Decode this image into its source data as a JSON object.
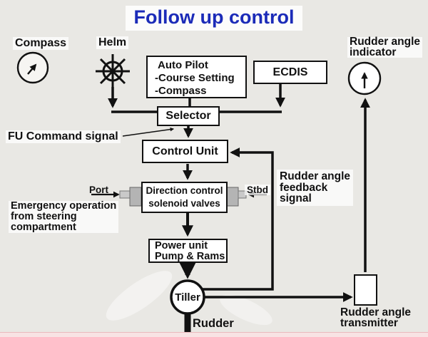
{
  "title": "Follow up control",
  "colors": {
    "title_blue": "#1b2bb8",
    "line_black": "#111111",
    "box_fill": "#ffffff",
    "connector_gray": "#b4b4b4",
    "bottom_strip_pink": "#f8e3e4"
  },
  "nodes": {
    "compass": {
      "label": "Compass"
    },
    "helm": {
      "label": "Helm"
    },
    "autopilot": {
      "line1": "Auto Pilot",
      "line2": "-Course Setting",
      "line3": "-Compass"
    },
    "ecdis": {
      "label": "ECDIS"
    },
    "indicator": {
      "line1": "Rudder angle",
      "line2": "indicator"
    },
    "selector": {
      "label": "Selector"
    },
    "control_unit": {
      "label": "Control Unit"
    },
    "solenoid": {
      "line1": "Direction control",
      "line2": "solenoid valves"
    },
    "power_unit": {
      "line1": "Power unit",
      "line2": "Pump & Rams"
    },
    "tiller": {
      "label": "Tiller"
    },
    "transmitter": {
      "line1": "Rudder angle",
      "line2": "transmitter"
    }
  },
  "labels": {
    "fu_command": "FU Command signal",
    "emergency1": "Emergency operation",
    "emergency2": "from steering",
    "emergency3": "compartment",
    "feedback1": "Rudder angle",
    "feedback2": "feedback",
    "feedback3": "signal",
    "port": "Port",
    "stbd": "Stbd",
    "rudder": "Rudder"
  }
}
